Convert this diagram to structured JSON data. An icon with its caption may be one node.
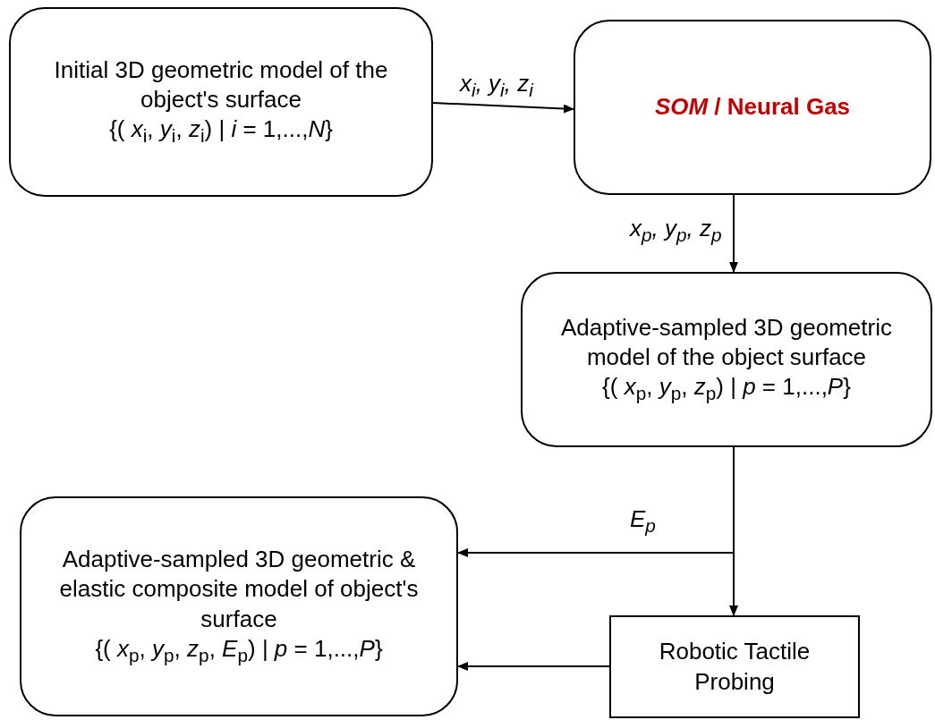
{
  "diagram": {
    "nodes": [
      {
        "text": [
          "Initial 3D geometric model of the object's surface",
          "{( *x*$_{i}$, *y*$_{i}$, *z*$_{i}$) | *i* = 1,...,*N*}"
        ]
      },
      {
        "text": [
          "*SOM*  / Neural Gas"
        ]
      },
      {
        "text": [
          "Adaptive-sampled 3D geometric model of the object surface",
          "{( *x*$_{p}$, *y*$_{p}$, *z*$_{p}$) | *p* = 1,...,*P*}"
        ]
      },
      {
        "text": [
          "Adaptive-sampled 3D geometric & elastic composite model of object's surface",
          "{( *x*$_{p}$, *y*$_{p}$, *z*$_{p}$, *E*$_{p}$) | *p* = 1,...,*P*}"
        ]
      },
      {
        "text": [
          "Robotic Tactile Probing"
        ]
      }
    ],
    "edges": [
      {
        "from": 0,
        "to": 1,
        "arrow": "to",
        "label": "x$_{i}$, y$_{i}$, z$_{i}$"
      },
      {
        "from": 1,
        "to": 2,
        "arrow": "to",
        "label": "x$_{p}$, y$_{p}$, z$_{p}$"
      },
      {
        "from": 2,
        "to": 3,
        "arrow": "to",
        "label": "E$_{p}$"
      },
      {
        "from": 2,
        "to": 4,
        "arrow": "to"
      },
      {
        "from": 4,
        "to": 3,
        "arrow": "to"
      }
    ]
  }
}
